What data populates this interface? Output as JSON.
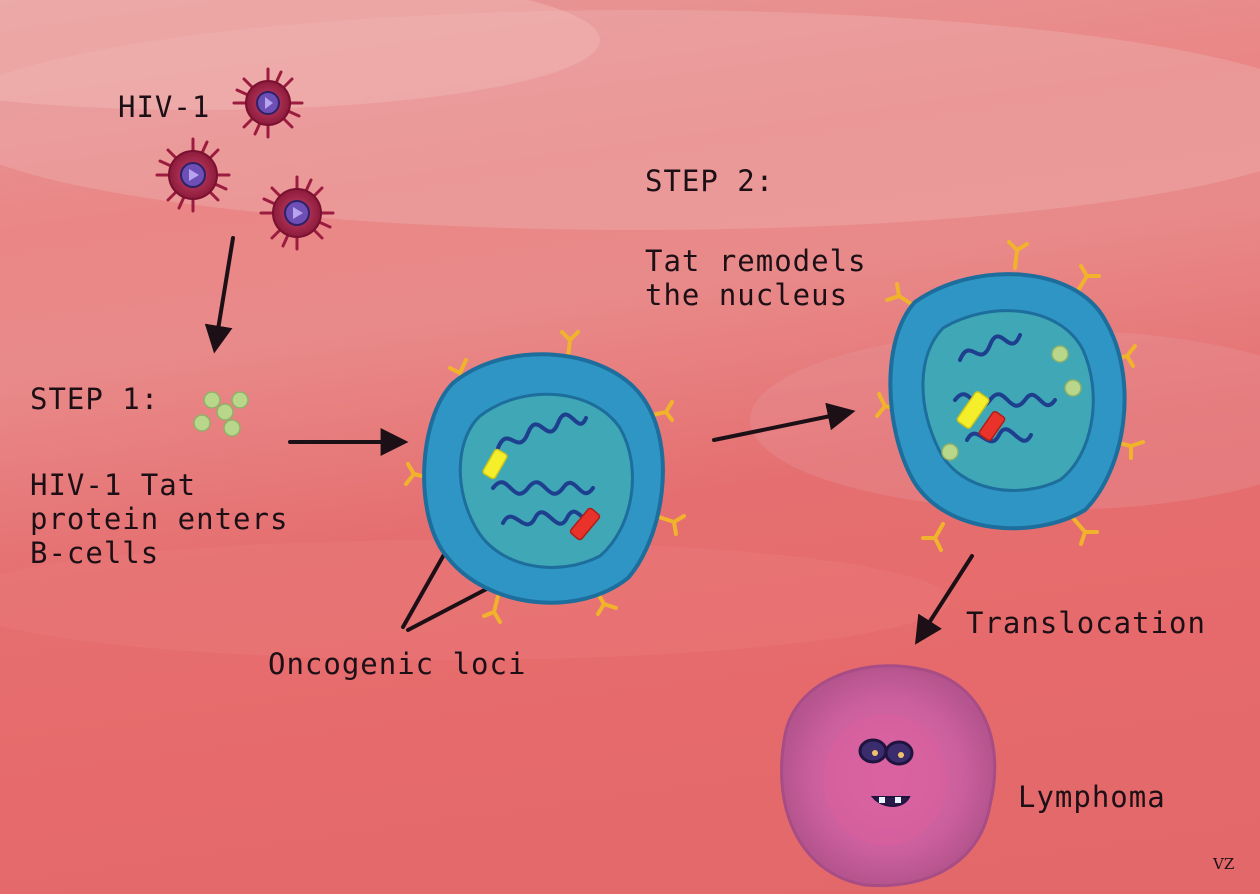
{
  "labels": {
    "virus": "HIV-1",
    "step1_title": "STEP 1:",
    "step1_description": "HIV-1 Tat\nprotein enters\nB-cells",
    "step2_title": "STEP 2:",
    "step2_description": "Tat remodels\nthe nucleus",
    "oncogenic_loci": "Oncogenic loci",
    "translocation": "Translocation",
    "lymphoma": "Lymphoma",
    "signature": "VZ"
  },
  "colors": {
    "background": "#e8797a",
    "virus": "#a82446",
    "virus_core": "#7b5fc4",
    "cell_cytoplasm": "#2f95c4",
    "cell_nucleus": "#3a9fb2",
    "chromatin": "#1e3f8e",
    "receptor": "#f1b32b",
    "tat_protein": "#b9d78a",
    "locus_yellow": "#f5ee2a",
    "locus_red": "#e8322a",
    "lymphoma_cell": "#d16aa4",
    "text": "#1c1016"
  }
}
